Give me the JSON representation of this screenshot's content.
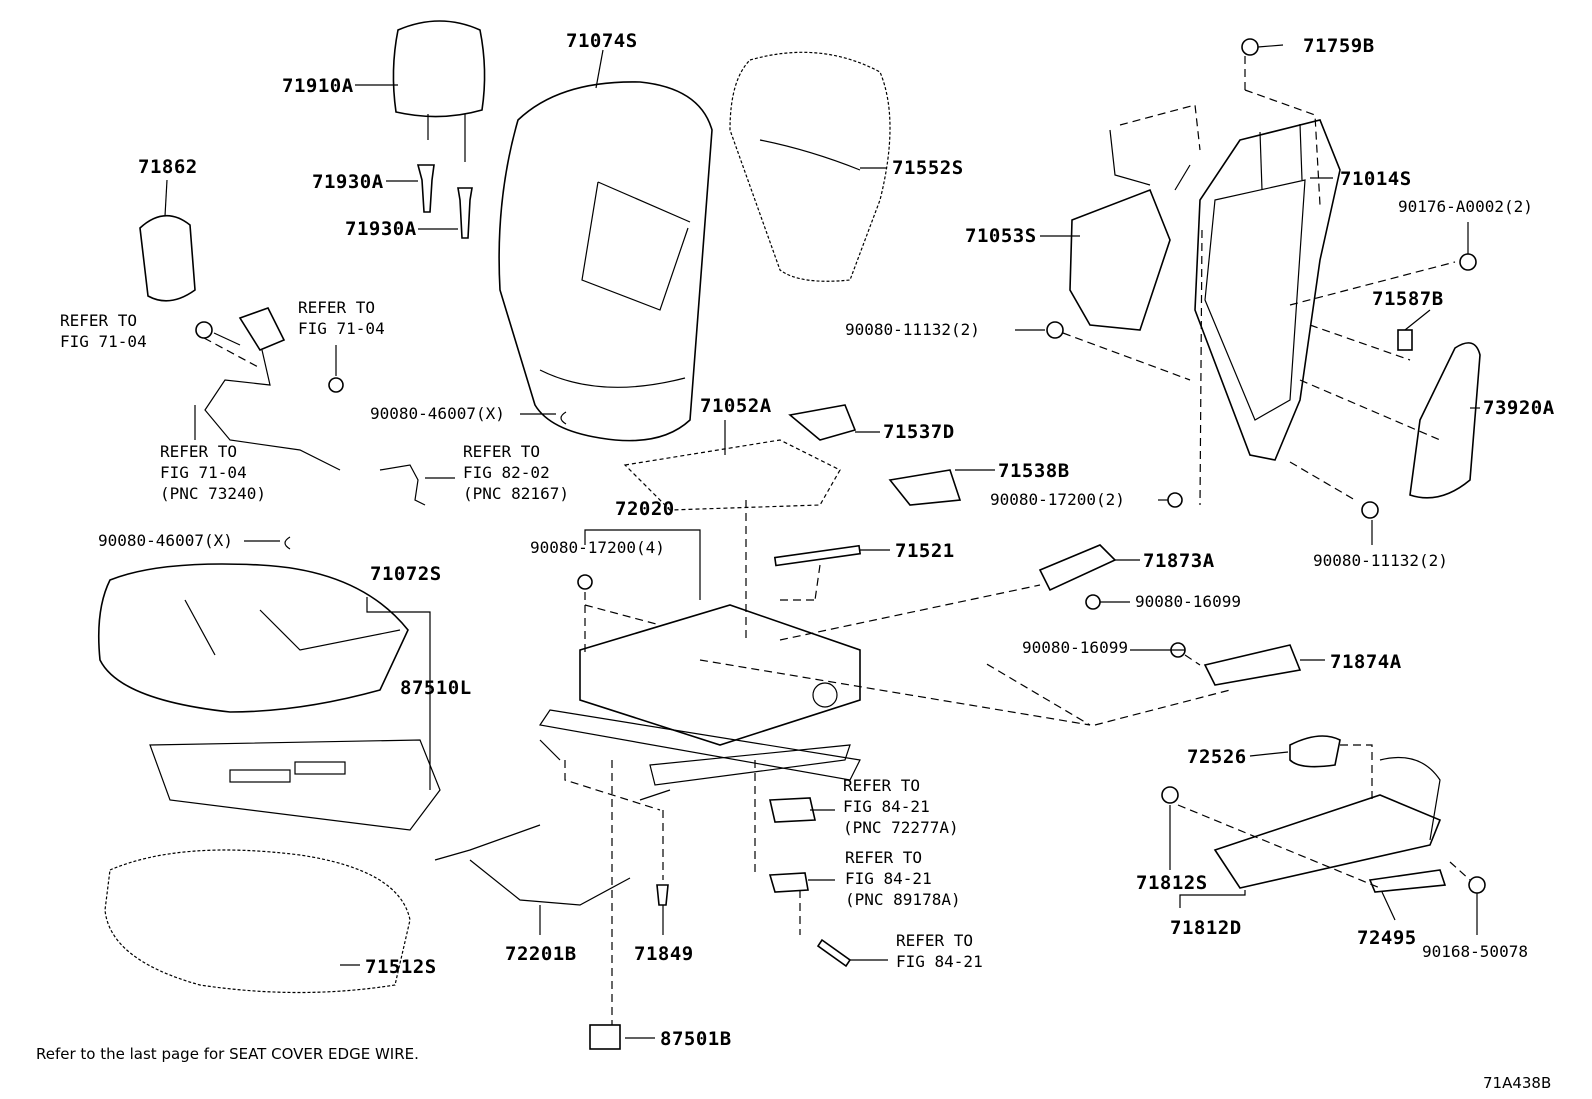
{
  "labels": {
    "p71910A": "71910A",
    "p71074S": "71074S",
    "p71759B": "71759B",
    "p71862": "71862",
    "p71930A_1": "71930A",
    "p71930A_2": "71930A",
    "p71552S": "71552S",
    "p71014S": "71014S",
    "p90176": "90176-A0002(2)",
    "p71053S": "71053S",
    "p71587B": "71587B",
    "p90080_11132_top": "90080-11132(2)",
    "p73920A": "73920A",
    "p90080_46007_top": "90080-46007(X)",
    "p71052A": "71052A",
    "p71537D": "71537D",
    "p71538B": "71538B",
    "p90080_17200_2": "90080-17200(2)",
    "p72020": "72020",
    "p90080_46007_left": "90080-46007(X)",
    "p90080_17200_4": "90080-17200(4)",
    "p71521": "71521",
    "p71873A": "71873A",
    "p90080_11132_bot": "90080-11132(2)",
    "p71072S": "71072S",
    "p90080_16099_a": "90080-16099",
    "p90080_16099_b": "90080-16099",
    "p71874A": "71874A",
    "p87510L": "87510L",
    "p72526": "72526",
    "p71812S": "71812S",
    "p71812D": "71812D",
    "p72495": "72495",
    "p90168": "90168-50078",
    "p72201B": "72201B",
    "p71849": "71849",
    "p71512S": "71512S",
    "p87501B": "87501B"
  },
  "refs": {
    "r1": [
      "REFER TO",
      "FIG 71-04"
    ],
    "r2": [
      "REFER TO",
      "FIG 71-04"
    ],
    "r3": [
      "REFER TO",
      "FIG 71-04",
      "(PNC 73240)"
    ],
    "r4": [
      "REFER TO",
      "FIG 82-02",
      "(PNC 82167)"
    ],
    "r5": [
      "REFER TO",
      "FIG 84-21",
      "(PNC 72277A)"
    ],
    "r6": [
      "REFER TO",
      "FIG 84-21",
      "(PNC 89178A)"
    ],
    "r7": [
      "REFER TO",
      "FIG 84-21"
    ]
  },
  "footer": {
    "note": "Refer to the last page for SEAT COVER EDGE WIRE.",
    "code": "71A438B"
  }
}
